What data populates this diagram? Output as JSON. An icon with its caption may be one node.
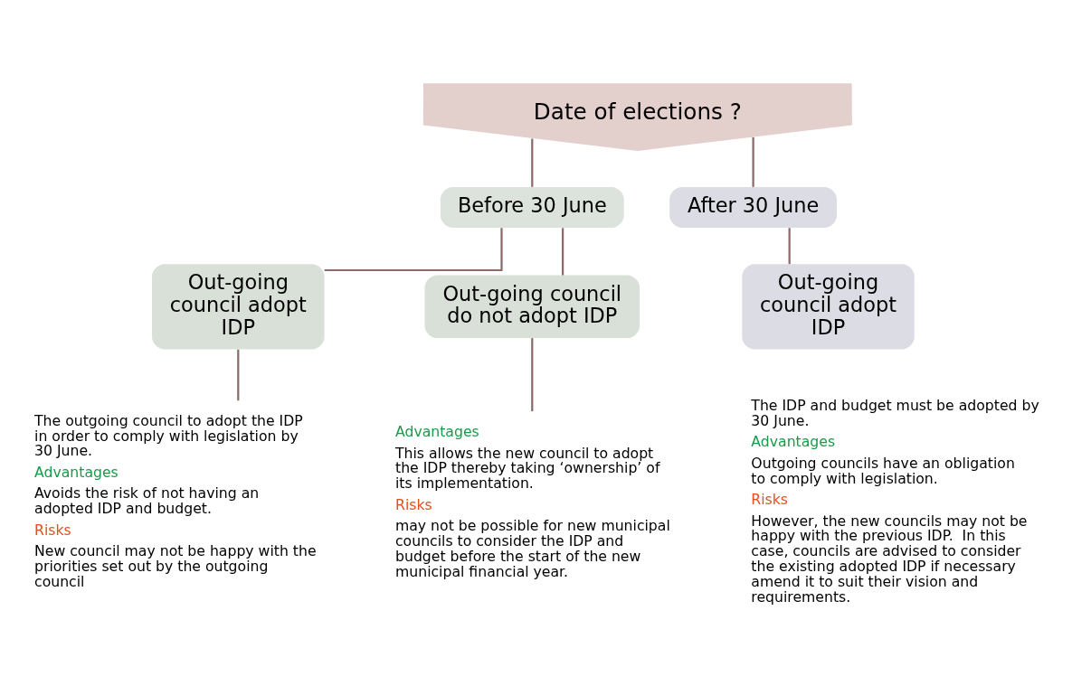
{
  "diagram": {
    "nodes": [
      {
        "text": [
          "Date of elections ?"
        ]
      },
      {
        "text": [
          "Before 30 June"
        ]
      },
      {
        "text": [
          "After 30 June"
        ]
      },
      {
        "text": [
          "Out-going council adopt IDP"
        ]
      },
      {
        "text": [
          "Out-going council do not adopt IDP"
        ]
      },
      {
        "text": [
          "Out-going council adopt IDP"
        ]
      },
      {
        "text": [
          "The outgoing council to adopt the IDP in order to comply with legislation by 30 June.",
          "Advantages",
          "Avoids the risk of not having an adopted IDP and budget.",
          "Risks",
          "New council may not be happy with the priorities set out by the outgoing council"
        ]
      },
      {
        "text": [
          "Advantages",
          "This allows the new council to adopt the IDP thereby taking ‘ownership’ of its implementation.",
          "Risks",
          "may not be possible for new municipal councils to consider the IDP and budget before the start of the new municipal financial year."
        ]
      }
    ],
    "edges": [
      {
        "from": 0,
        "to": 1,
        "arrow": "none"
      },
      {
        "from": 0,
        "to": 2,
        "arrow": "none"
      },
      {
        "from": 1,
        "to": 3,
        "arrow": "none"
      },
      {
        "from": 1,
        "to": 4,
        "arrow": "none"
      },
      {
        "from": 2,
        "to": 5,
        "arrow": "none"
      },
      {
        "from": 3,
        "to": 6,
        "arrow": "none"
      },
      {
        "from": 4,
        "to": 7,
        "arrow": "none"
      }
    ],
    "labels": [
      "The IDP and budget must be adopted by 30 June.",
      "Advantages",
      "Outgoing councils have an obligation to comply with legislation.",
      "Risks",
      "However, the new councils may not be happy with the previous IDP.  In this case, councils are advised to consider the existing adopted IDP if necessary amend it to suit their vision and requirements."
    ]
  }
}
